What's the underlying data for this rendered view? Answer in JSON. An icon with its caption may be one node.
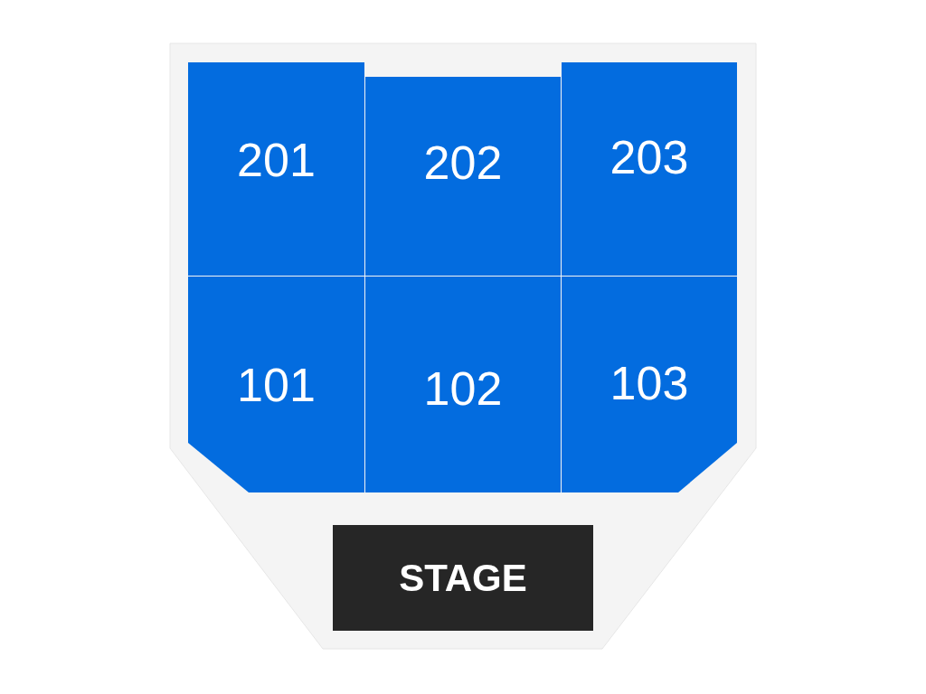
{
  "diagram": {
    "nodes": [
      {
        "text": [
          "201"
        ]
      },
      {
        "text": [
          "202"
        ]
      },
      {
        "text": [
          "203"
        ]
      },
      {
        "text": [
          "101"
        ]
      },
      {
        "text": [
          "102"
        ]
      },
      {
        "text": [
          "103"
        ]
      },
      {
        "text": [
          "STAGE"
        ]
      }
    ]
  }
}
